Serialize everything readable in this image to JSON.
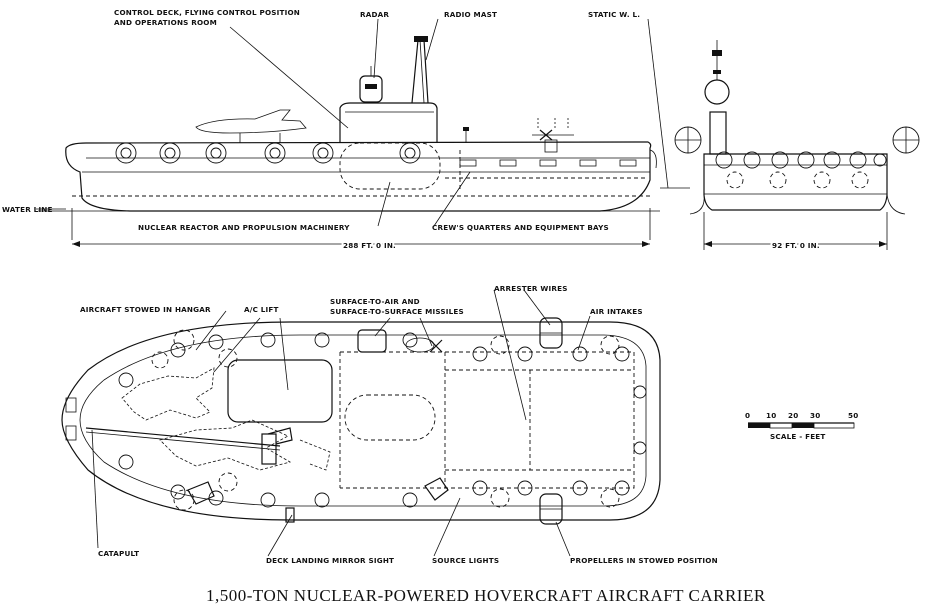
{
  "labels": {
    "control_deck_line1": "CONTROL DECK, FLYING CONTROL POSITION",
    "control_deck_line2": "AND OPERATIONS ROOM",
    "radar": "RADAR",
    "radio_mast": "RADIO MAST",
    "static_wl": "STATIC W. L.",
    "water_line": "WATER LINE",
    "reactor": "NUCLEAR REACTOR AND PROPULSION MACHINERY",
    "crew": "CREW'S QUARTERS AND EQUIPMENT BAYS",
    "length": "288 FT.  0 IN.",
    "beam": "92 FT.  0 IN.",
    "aircraft_hangar": "AIRCRAFT STOWED IN HANGAR",
    "ac_lift": "A/C LIFT",
    "missiles_line1": "SURFACE-TO-AIR  AND",
    "missiles_line2": "SURFACE-TO-SURFACE MISSILES",
    "arrester": "ARRESTER WIRES",
    "air_intakes": "AIR INTAKES",
    "catapult": "CATAPULT",
    "mirror_sight": "DECK LANDING MIRROR SIGHT",
    "source_lights": "SOURCE LIGHTS",
    "propellers": "PROPELLERS IN STOWED POSITION",
    "scale_0": "0",
    "scale_10": "10",
    "scale_20": "20",
    "scale_30": "30",
    "scale_50": "50",
    "scale_caption": "SCALE  -  FEET",
    "title": "1,500-TON NUCLEAR-POWERED HOVERCRAFT AIRCRAFT CARRIER"
  }
}
